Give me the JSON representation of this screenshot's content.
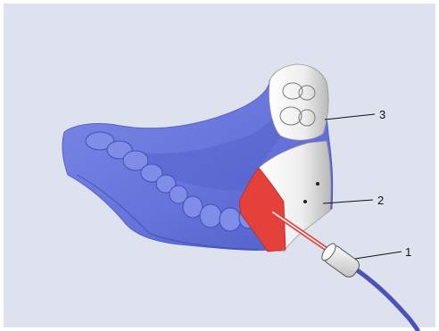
{
  "colors": {
    "panel": "#DDE2EE",
    "jaw_blue": "#6A78DE",
    "jaw_blue_dark": "#4656C2",
    "section_red": "#E4413A",
    "scan_white": "#F2F2F2",
    "cable": "#4B52B8",
    "leader": "#111111"
  },
  "callouts": [
    {
      "number": "1",
      "target": "probe"
    },
    {
      "number": "2",
      "target": "scanned-section"
    },
    {
      "number": "3",
      "target": "molar-scan"
    }
  ],
  "icons": [
    "probe-icon",
    "cable-icon"
  ]
}
